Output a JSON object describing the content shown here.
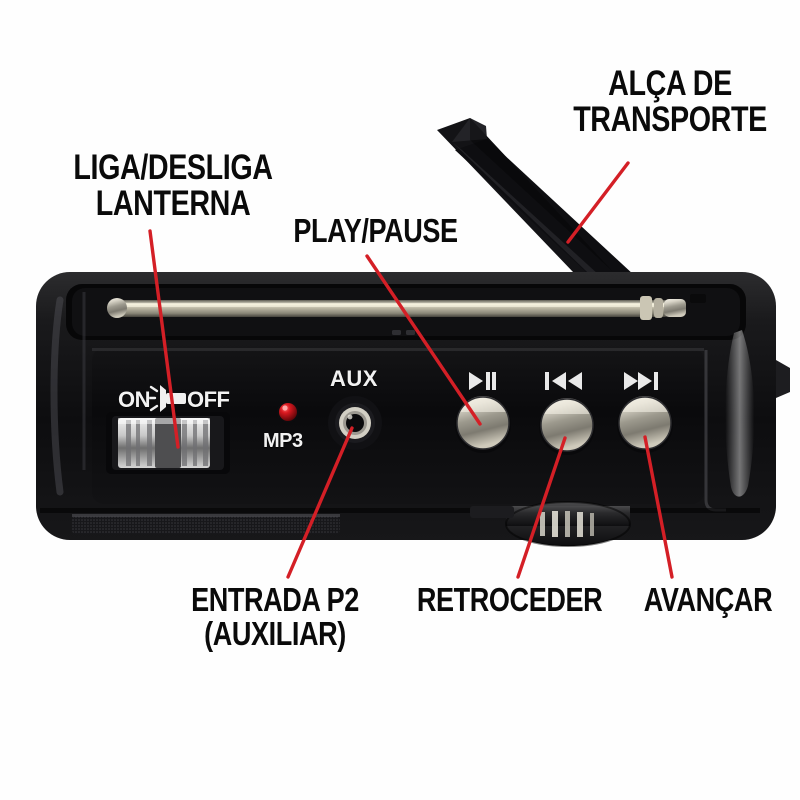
{
  "image": {
    "type": "annotated-product-photo",
    "subject": "portable radio / speaker control panel",
    "background_color": "#ffffff",
    "leader_line_color": "#d41f26",
    "label_color": "#0a0a0a",
    "language": "pt-BR"
  },
  "callouts": [
    {
      "id": "lanterna",
      "text": "LIGA/DESLIGA\nLANTERNA",
      "points_to": "flashlight-on-off-switch"
    },
    {
      "id": "play",
      "text": "PLAY/PAUSE",
      "points_to": "play-pause-button"
    },
    {
      "id": "alca",
      "text": "ALÇA DE\nTRANSPORTE",
      "points_to": "carry-handle"
    },
    {
      "id": "entrada",
      "text": "ENTRADA P2\n(AUXILIAR)",
      "points_to": "aux-jack"
    },
    {
      "id": "retroceder",
      "text": "RETROCEDER",
      "points_to": "previous-track-button"
    },
    {
      "id": "avancar",
      "text": "AVANÇAR",
      "points_to": "next-track-button"
    }
  ],
  "device": {
    "panel_labels": {
      "on": "ON",
      "off": "OFF",
      "mp3": "MP3",
      "aux": "AUX"
    },
    "buttons": [
      {
        "id": "play-pause",
        "glyph": "▶▐▌",
        "icon_name": "play-pause-icon"
      },
      {
        "id": "previous-track",
        "glyph": "▌◀◀",
        "icon_name": "previous-track-icon"
      },
      {
        "id": "next-track",
        "glyph": "▶▶▌",
        "icon_name": "next-track-icon"
      }
    ],
    "indicators": [
      {
        "id": "mp3-led",
        "color": "#c0161c",
        "state": "red"
      }
    ],
    "parts": [
      "telescopic-antenna",
      "carry-handle",
      "speaker-grille",
      "volume-knob",
      "flashlight-slide-switch",
      "aux-jack"
    ]
  }
}
